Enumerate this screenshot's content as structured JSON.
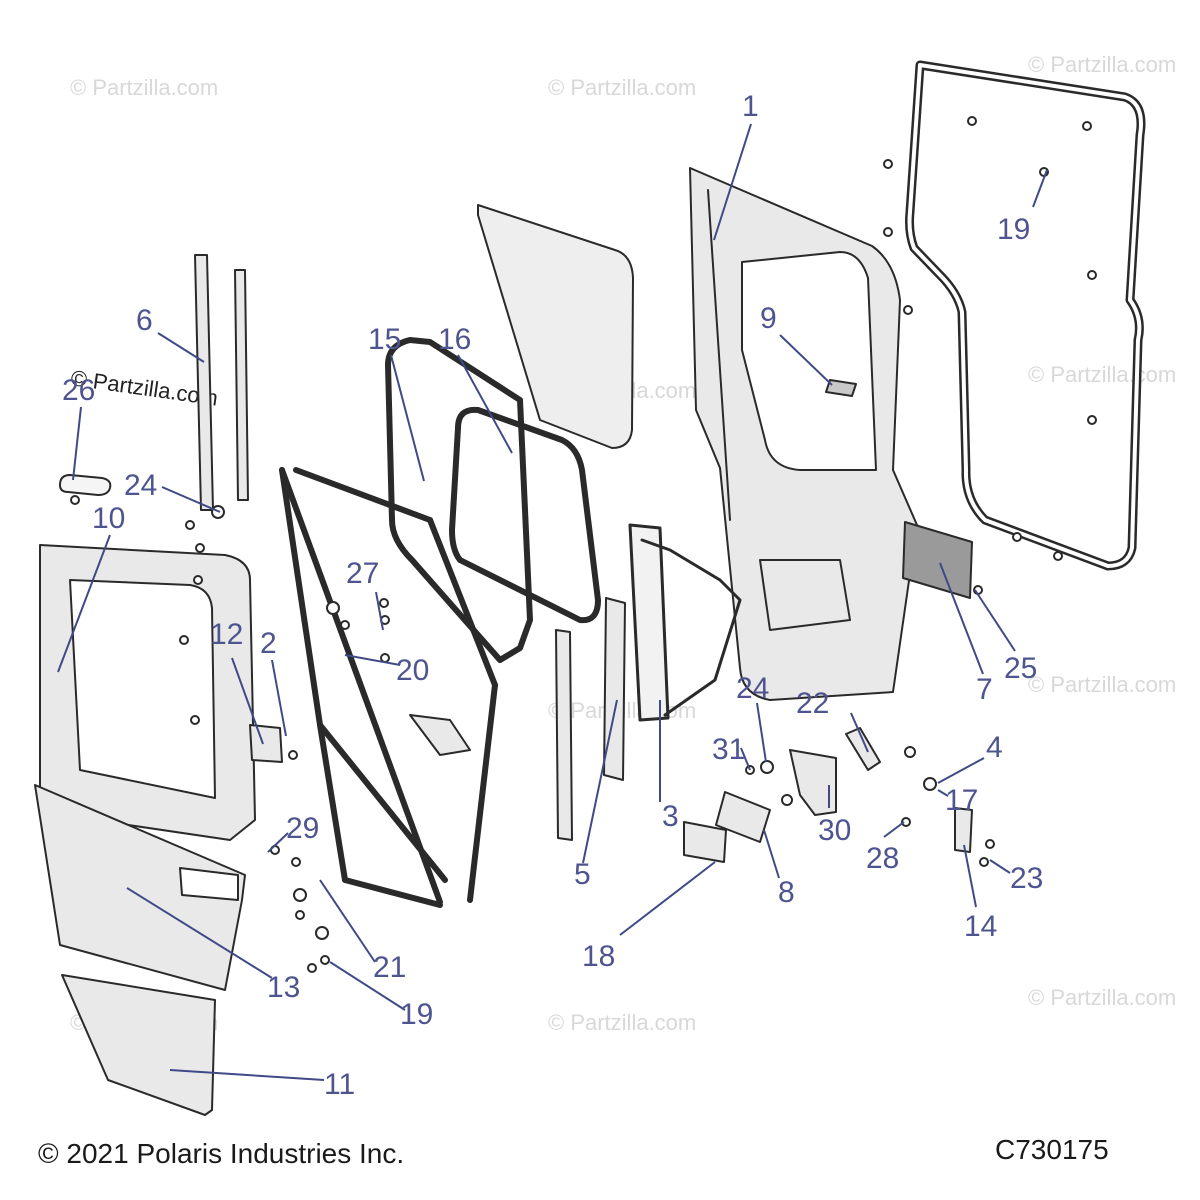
{
  "colors": {
    "callout": "#4e5490",
    "leader": "#3f4a86",
    "outline": "#2a2a2a",
    "part_fill": "#e9e9e9",
    "glass_fill": "#eeeeee",
    "grille_fill": "#9a9a9a",
    "watermark": "#d8d8d8"
  },
  "watermark_text": "© Partzilla.com",
  "callouts": [
    "1",
    "2",
    "3",
    "4",
    "5",
    "6",
    "7",
    "8",
    "9",
    "10",
    "11",
    "12",
    "13",
    "14",
    "15",
    "16",
    "17",
    "18",
    "19",
    "19",
    "20",
    "21",
    "22",
    "23",
    "24",
    "24",
    "25",
    "26",
    "27",
    "28",
    "29",
    "30",
    "31"
  ],
  "footer": {
    "copyright": "© 2021 Polaris Industries Inc.",
    "diagram_id": "C730175"
  }
}
